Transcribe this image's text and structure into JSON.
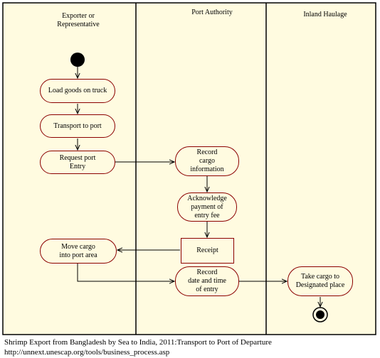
{
  "lanes": [
    {
      "title": "Exporter or\nRepresentative"
    },
    {
      "title": "Port Authority"
    },
    {
      "title": "Inland Haulage"
    }
  ],
  "nodes": {
    "load_goods": "Load goods on truck",
    "transport_port": "Transport to port",
    "request_entry": "Request port\nEntry",
    "record_cargo": "Record\ncargo\ninformation",
    "acknowledge_payment": "Acknowledge\npayment of\nentry fee",
    "receipt": "Receipt",
    "move_cargo": "Move cargo\ninto port area",
    "record_date": "Record\ndate and time\nof entry",
    "take_cargo": "Take cargo to\nDesignated place"
  },
  "caption": {
    "line1": "Shrimp Export from Bangladesh by Sea to India, 2011:Transport to Port of Departure",
    "line2": "http://unnext.unescap.org/tools/business_process.asp"
  },
  "colors": {
    "background": "#fffbe0",
    "node_border": "#8b0000",
    "line": "#000000"
  }
}
